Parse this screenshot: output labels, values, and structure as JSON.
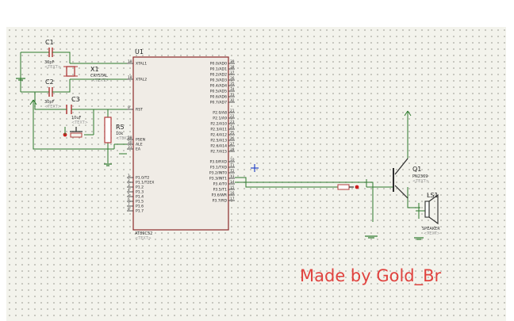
{
  "schematic": {
    "watermark": "Made by Gold_Br",
    "components": {
      "c1": {
        "ref": "C1",
        "value": "30pF",
        "text": "<TEXT>"
      },
      "c2": {
        "ref": "C2",
        "value": "30pF",
        "text": "<TEXT>"
      },
      "c3": {
        "ref": "C3",
        "value": "10uF",
        "text": "<TEXT>"
      },
      "x1": {
        "ref": "X1",
        "value": "CRYSTAL",
        "text": "<TEXT>"
      },
      "r5": {
        "ref": "R5",
        "value": "10k",
        "text": "<TEXT>"
      },
      "u1": {
        "ref": "U1",
        "part": "AT89C52",
        "text": "<TEXT>",
        "left_pins": [
          {
            "num": "19",
            "name": "XTAL1"
          },
          {
            "num": "18",
            "name": "XTAL2"
          },
          {
            "num": "9",
            "name": "RST"
          },
          {
            "num": "29",
            "name": "PSEN"
          },
          {
            "num": "30",
            "name": "ALE"
          },
          {
            "num": "31",
            "name": "EA"
          },
          {
            "num": "1",
            "name": "P1.0/T2"
          },
          {
            "num": "2",
            "name": "P1.1/T2EX"
          },
          {
            "num": "3",
            "name": "P1.2"
          },
          {
            "num": "4",
            "name": "P1.3"
          },
          {
            "num": "5",
            "name": "P1.4"
          },
          {
            "num": "6",
            "name": "P1.5"
          },
          {
            "num": "7",
            "name": "P1.6"
          },
          {
            "num": "8",
            "name": "P1.7"
          }
        ],
        "right_pins": [
          {
            "num": "39",
            "name": "P0.0/AD0"
          },
          {
            "num": "38",
            "name": "P0.1/AD1"
          },
          {
            "num": "37",
            "name": "P0.2/AD2"
          },
          {
            "num": "36",
            "name": "P0.3/AD3"
          },
          {
            "num": "35",
            "name": "P0.4/AD4"
          },
          {
            "num": "34",
            "name": "P0.5/AD5"
          },
          {
            "num": "33",
            "name": "P0.6/AD6"
          },
          {
            "num": "32",
            "name": "P0.7/AD7"
          },
          {
            "num": "21",
            "name": "P2.0/A8"
          },
          {
            "num": "22",
            "name": "P2.1/A9"
          },
          {
            "num": "23",
            "name": "P2.2/A10"
          },
          {
            "num": "24",
            "name": "P2.3/A11"
          },
          {
            "num": "25",
            "name": "P2.4/A12"
          },
          {
            "num": "26",
            "name": "P2.5/A13"
          },
          {
            "num": "27",
            "name": "P2.6/A14"
          },
          {
            "num": "28",
            "name": "P2.7/A15"
          },
          {
            "num": "10",
            "name": "P3.0/RXD"
          },
          {
            "num": "11",
            "name": "P3.1/TXD"
          },
          {
            "num": "12",
            "name": "P3.2/INT0"
          },
          {
            "num": "13",
            "name": "P3.3/INT1"
          },
          {
            "num": "14",
            "name": "P3.4/T0"
          },
          {
            "num": "15",
            "name": "P3.5/T1"
          },
          {
            "num": "16",
            "name": "P3.6/WR"
          },
          {
            "num": "17",
            "name": "P3.7/RD"
          }
        ]
      },
      "q1": {
        "ref": "Q1",
        "part": "PN2369",
        "text": "<TEXT>"
      },
      "ls1": {
        "ref": "LS1",
        "part": "SPEAKER",
        "text": "<TEXT>"
      }
    }
  }
}
